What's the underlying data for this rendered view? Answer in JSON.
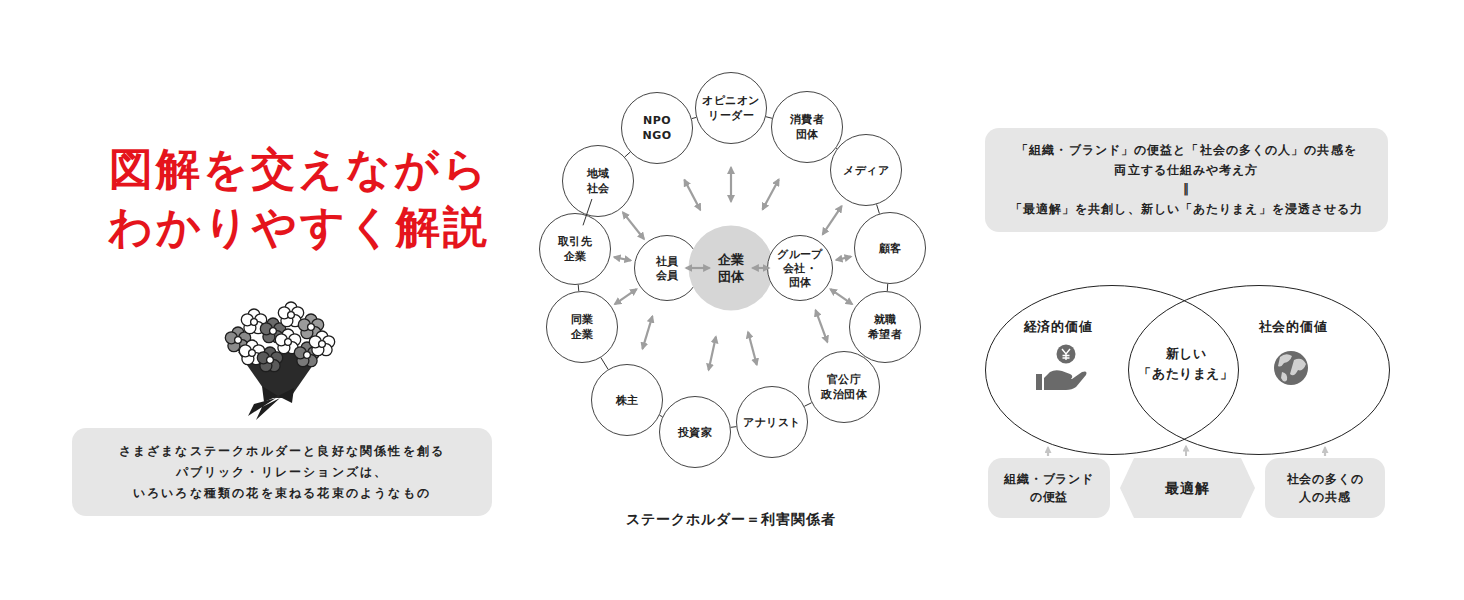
{
  "diagram": {
    "title": "図解を交えながら わかりやすく解説",
    "caption": "ステークホルダー＝利害関係者",
    "nodes": [
      {
        "text": [
          "さまざまなステークホルダーと良好な関係性を創る パブリック・リレーションズは、 いろいろな種類の花を束ねる花束のようなもの"
        ]
      },
      {
        "text": [
          "NPO NGO"
        ]
      },
      {
        "text": [
          "オピニオン リーダー"
        ]
      },
      {
        "text": [
          "消費者 団体"
        ]
      },
      {
        "text": [
          "地域 社会"
        ]
      },
      {
        "text": [
          "メディア"
        ]
      },
      {
        "text": [
          "取引先 企業"
        ]
      },
      {
        "text": [
          "社員 会員"
        ]
      },
      {
        "text": [
          "企業 団体"
        ]
      },
      {
        "text": [
          "グループ 会社・ 団体"
        ]
      },
      {
        "text": [
          "顧客"
        ]
      },
      {
        "text": [
          "同業 企業"
        ]
      },
      {
        "text": [
          "就職 希望者"
        ]
      },
      {
        "text": [
          "官公庁 政治団体"
        ]
      },
      {
        "text": [
          "株主"
        ]
      },
      {
        "text": [
          "投資家"
        ]
      },
      {
        "text": [
          "アナリスト"
        ]
      },
      {
        "text": [
          "「組織・ブランド」の便益と「社会の多くの人」の共感を 両立する仕組みや考え方 ‖ 「最適解」を共創し、新しい「あたりまえ」を浸透させる力"
        ]
      },
      {
        "text": [
          "経済的価値"
        ]
      },
      {
        "text": [
          "社会的価値"
        ]
      },
      {
        "text": [
          "組織・ブランド の便益"
        ]
      },
      {
        "text": [
          "最適解"
        ]
      },
      {
        "text": [
          "社会の多くの 人の共感"
        ]
      }
    ],
    "edges": [
      {
        "from": 1,
        "to": 2,
        "arrow": "none"
      },
      {
        "from": 2,
        "to": 3,
        "arrow": "none"
      },
      {
        "from": 3,
        "to": 5,
        "arrow": "none"
      },
      {
        "from": 5,
        "to": 10,
        "arrow": "none"
      },
      {
        "from": 10,
        "to": 12,
        "arrow": "none"
      },
      {
        "from": 12,
        "to": 13,
        "arrow": "none"
      },
      {
        "from": 13,
        "to": 16,
        "arrow": "none"
      },
      {
        "from": 16,
        "to": 15,
        "arrow": "none"
      },
      {
        "from": 15,
        "to": 14,
        "arrow": "none"
      },
      {
        "from": 14,
        "to": 11,
        "arrow": "none"
      },
      {
        "from": 11,
        "to": 6,
        "arrow": "none"
      },
      {
        "from": 6,
        "to": 4,
        "arrow": "none"
      },
      {
        "from": 4,
        "to": 1,
        "arrow": "none"
      },
      {
        "from": 7,
        "to": 8,
        "arrow": "both"
      },
      {
        "from": 8,
        "to": 9,
        "arrow": "both"
      },
      {
        "from": 8,
        "to": 1,
        "arrow": "both"
      },
      {
        "from": 8,
        "to": 2,
        "arrow": "both"
      },
      {
        "from": 8,
        "to": 3,
        "arrow": "both"
      },
      {
        "from": 9,
        "to": 5,
        "arrow": "both"
      },
      {
        "from": 9,
        "to": 10,
        "arrow": "both"
      },
      {
        "from": 9,
        "to": 12,
        "arrow": "both"
      },
      {
        "from": 9,
        "to": 13,
        "arrow": "both"
      },
      {
        "from": 8,
        "to": 16,
        "arrow": "both"
      },
      {
        "from": 8,
        "to": 15,
        "arrow": "both"
      },
      {
        "from": 7,
        "to": 14,
        "arrow": "both"
      },
      {
        "from": 7,
        "to": 11,
        "arrow": "both"
      },
      {
        "from": 7,
        "to": 6,
        "arrow": "both"
      },
      {
        "from": 7,
        "to": 4,
        "arrow": "both"
      },
      {
        "from": 20,
        "to": 18,
        "arrow": "to"
      },
      {
        "from": 22,
        "to": 19,
        "arrow": "to"
      }
    ],
    "labels": [
      "新しい 「あたりまえ」"
    ]
  }
}
